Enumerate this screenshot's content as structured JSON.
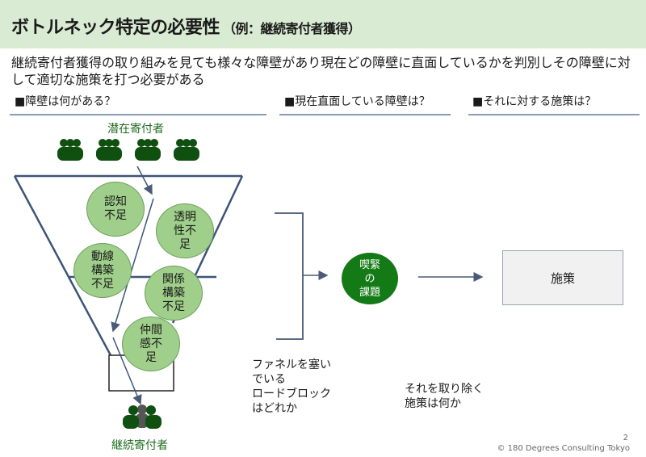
{
  "header": {
    "title": "ボトルネック特定の必要性",
    "subtitle": "（例：継続寄付者獲得）",
    "background_color": "#d9ebd3"
  },
  "lead": {
    "text": "継続寄付者獲得の取り組みを見ても様々な障壁があり現在どの障壁に直面しているかを判別しその障壁に対して適切な施策を打つ必要がある"
  },
  "sections": [
    {
      "label": "■障壁は何がある？"
    },
    {
      "label": "■現在直面している障壁は？"
    },
    {
      "label": "■それに対する施策は？"
    }
  ],
  "funnel": {
    "top_label": "潜在寄付者",
    "top_icon": "people-group-icon",
    "bottom_label": "継続寄付者",
    "bottom_icon": "people-icon",
    "icon_color": "#0f4f0f",
    "barriers": [
      {
        "label": "認知\n不足"
      },
      {
        "label": "透明\n性不\n足"
      },
      {
        "label": "動線\n構築\n不足"
      },
      {
        "label": "関係\n構築\n不足"
      },
      {
        "label": "仲間\n感不\n足"
      }
    ],
    "barrier_color": "#9fcf8a"
  },
  "key_issue": {
    "label": "喫緊\nの\n課題",
    "color": "#137a16"
  },
  "measure_box": {
    "label": "施策"
  },
  "captions": {
    "roadblock": "ファネルを塞い\nでいる\nロードブロック\nはどれか",
    "remove": "それを取り除く\n施策は何か"
  },
  "footer": {
    "page_number": "2",
    "copyright": "© 180 Degrees Consulting Tokyo"
  }
}
